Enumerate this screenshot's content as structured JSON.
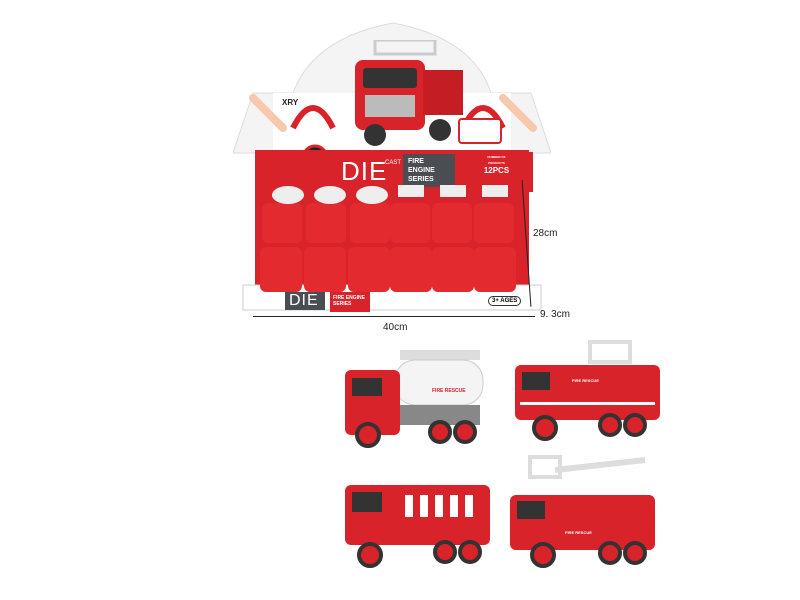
{
  "display_box": {
    "brand": "XRY",
    "logo_word": "DIE",
    "logo_sub": "CAST",
    "series": "FIRE ENGINE SERIES",
    "series_line1": "FIRE ENGINE",
    "series_line2": "SERIES",
    "count_label": "NUMBER OF PRODUCTS",
    "count": "12PCS",
    "ages": "3+ AGES"
  },
  "dimensions": {
    "height": "28cm",
    "depth": "9. 3cm",
    "width": "40cm"
  },
  "products": [
    {
      "type": "tanker",
      "label": "FIRE RESCUE"
    },
    {
      "type": "platform",
      "label": "FIRE RESCUE"
    },
    {
      "type": "water-tender",
      "label": ""
    },
    {
      "type": "ladder",
      "label": "FIRE RESCUE"
    }
  ],
  "colors": {
    "red": "#d8232a",
    "dark": "#4a4d52",
    "peach": "#f6c9ad",
    "white": "#ffffff"
  }
}
